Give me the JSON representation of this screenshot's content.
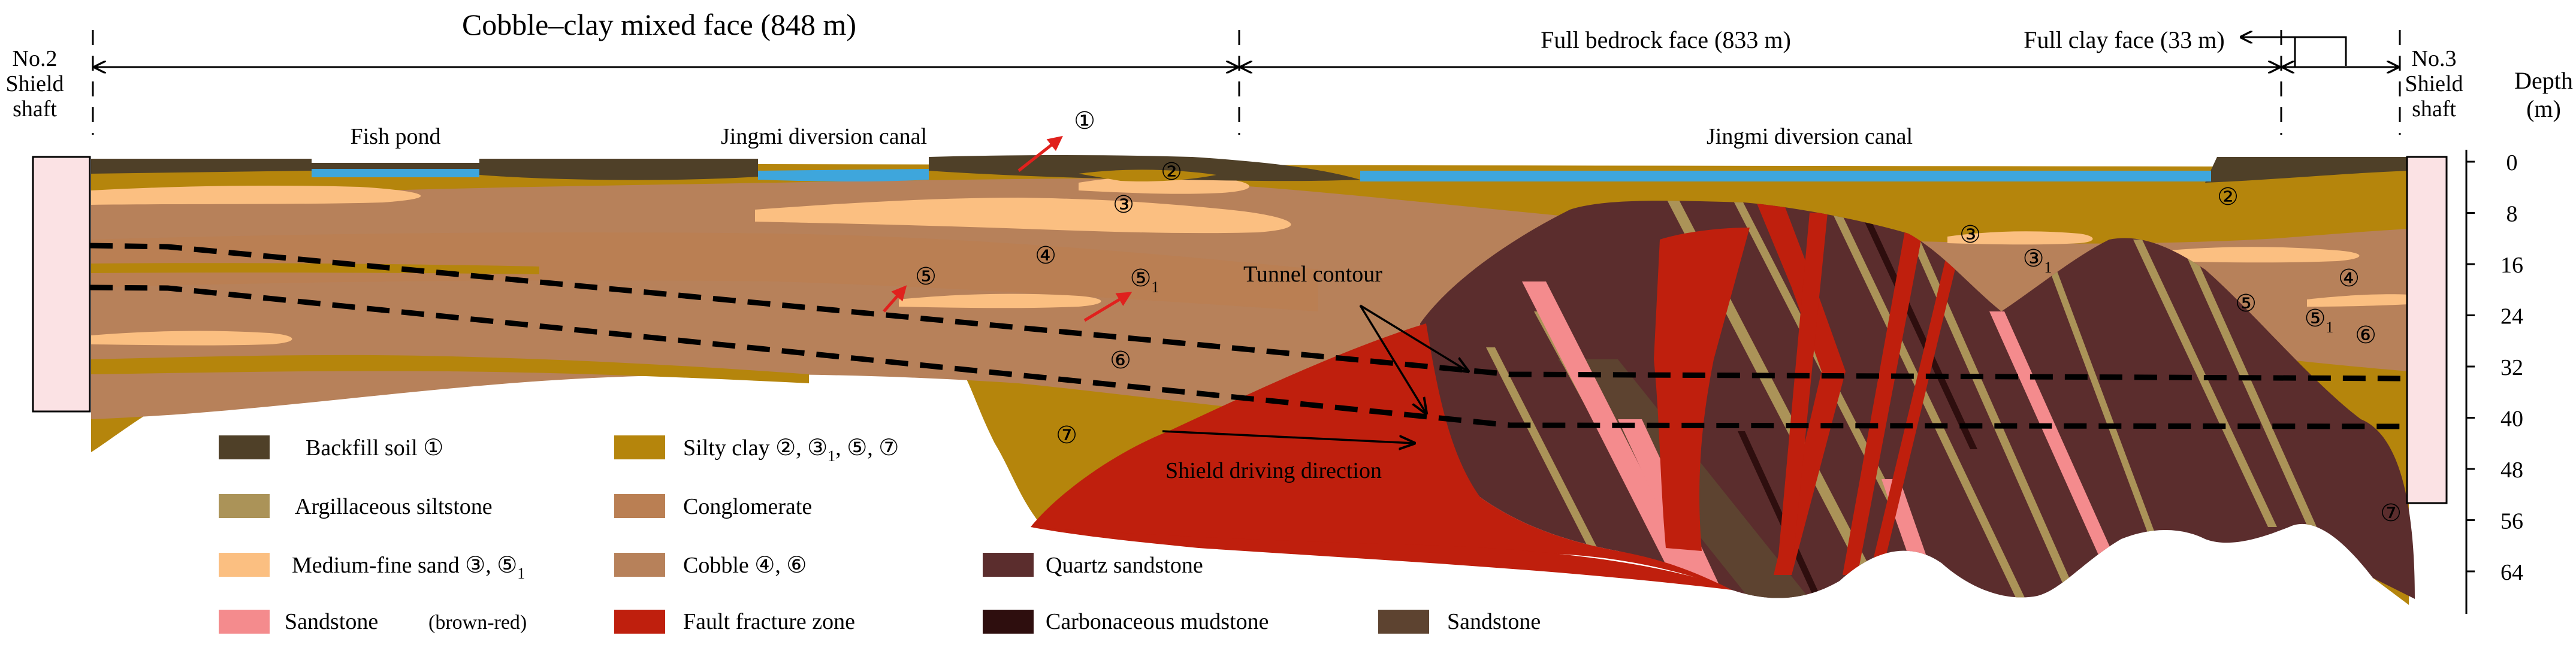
{
  "header": {
    "segment_cobble": "Cobble–clay mixed face (848 m)",
    "segment_bedrock": "Full bedrock face (833 m)",
    "segment_clay": "Full clay face (33 m)"
  },
  "shafts": {
    "left": [
      "No.2",
      "Shield",
      "shaft"
    ],
    "right": [
      "No.3",
      "Shield",
      "shaft"
    ]
  },
  "surface": {
    "fish_pond": "Fish pond",
    "canal_left": "Jingmi diversion canal",
    "canal_right": "Jingmi diversion canal"
  },
  "annotations": {
    "tunnel_contour": "Tunnel contour",
    "driving_direction": "Shield driving direction"
  },
  "depth_axis": {
    "title": [
      "Depth",
      "(m)"
    ],
    "ticks": [
      "0",
      "8",
      "16",
      "24",
      "32",
      "40",
      "48",
      "56",
      "64"
    ]
  },
  "layer_labels": {
    "n1": "①",
    "n2": "②",
    "n3": "③",
    "n3_1": "③",
    "sub1": "1",
    "n4": "④",
    "n5": "⑤",
    "n5_1": "⑤",
    "n6": "⑥",
    "n7": "⑦"
  },
  "legend": {
    "backfill": "Backfill soil ①",
    "silty_clay": "Silty clay ②, ③",
    "silty_clay_sub": "1",
    "silty_clay_rest": ", ⑤, ⑦",
    "argillaceous": "Argillaceous siltstone",
    "conglomerate": "Conglomerate",
    "sand": "Medium-fine sand ③, ⑤",
    "sand_sub": "1",
    "cobble": "Cobble ④, ⑥",
    "quartz": "Quartz sandstone",
    "sandstone_br": "Sandstone",
    "sandstone_br_note": "(brown-red)",
    "fault": "Fault fracture zone",
    "carbonaceous": "Carbonaceous mudstone",
    "sandstone": "Sandstone"
  },
  "colors": {
    "backfill": "#4f4028",
    "silty_clay": "#b5850c",
    "argillaceous": "#ab9358",
    "conglomerate": "#ba7f53",
    "sand": "#fbbf81",
    "cobble": "#b7815a",
    "quartz": "#5b2d2d",
    "sandstone_br": "#f48b8d",
    "fault": "#bf1f0d",
    "carbonaceous": "#2e0e0e",
    "sandstone": "#5d4330",
    "water": "#3ea6dc",
    "shaft": "#fbe2e4",
    "tunnel": "#000000",
    "arrow": "#e0211d"
  }
}
